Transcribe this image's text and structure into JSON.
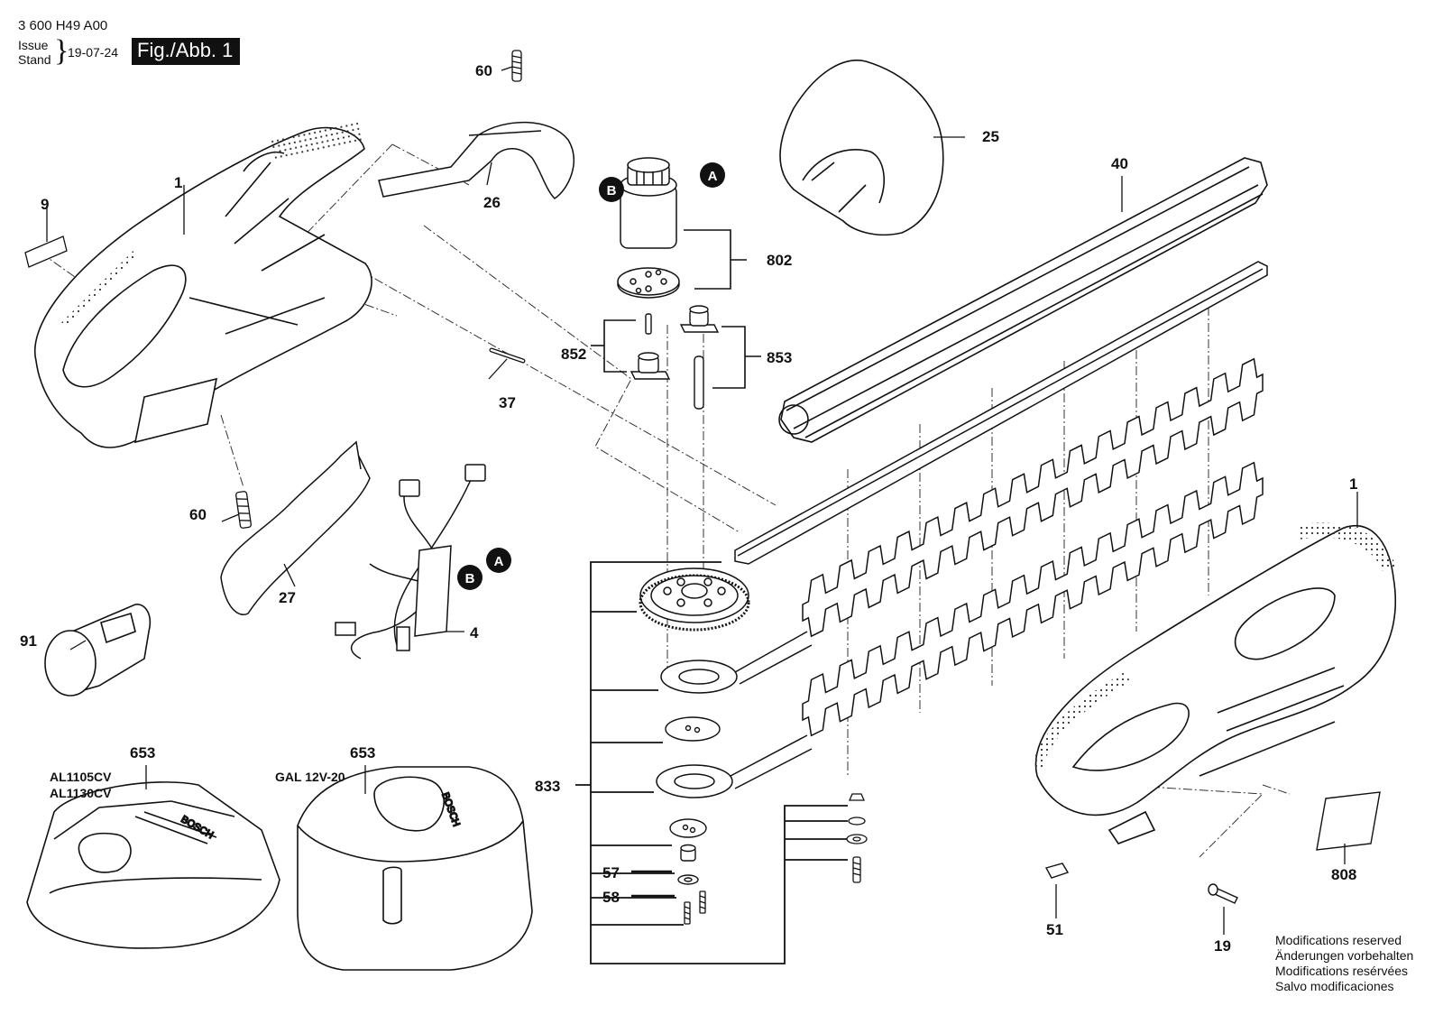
{
  "header": {
    "doc_number": "3 600 H49 A00",
    "issue_label": "Issue",
    "stand_label": "Stand",
    "brace": "}",
    "date": "19-07-24",
    "figure_tag": "Fig./Abb. 1"
  },
  "part_labels": {
    "p1a": "1",
    "p1b": "1",
    "p4": "4",
    "p9": "9",
    "p19": "19",
    "p25": "25",
    "p26": "26",
    "p27": "27",
    "p37": "37",
    "p40": "40",
    "p51": "51",
    "p57": "57",
    "p58": "58",
    "p60a": "60",
    "p60b": "60",
    "p91": "91",
    "p653a": "653",
    "p653b": "653",
    "p802": "802",
    "p808": "808",
    "p833": "833",
    "p852": "852",
    "p853": "853"
  },
  "charger_models": {
    "left_1": "AL1105CV",
    "left_2": "AL1130CV",
    "right": "GAL 12V-20"
  },
  "markers": {
    "A": "A",
    "B": "B"
  },
  "brand_text": "BOSCH",
  "notes": [
    "Modifications reserved",
    "Änderungen vorbehalten",
    "Modifications resérvées",
    "Salvo modificaciones"
  ]
}
